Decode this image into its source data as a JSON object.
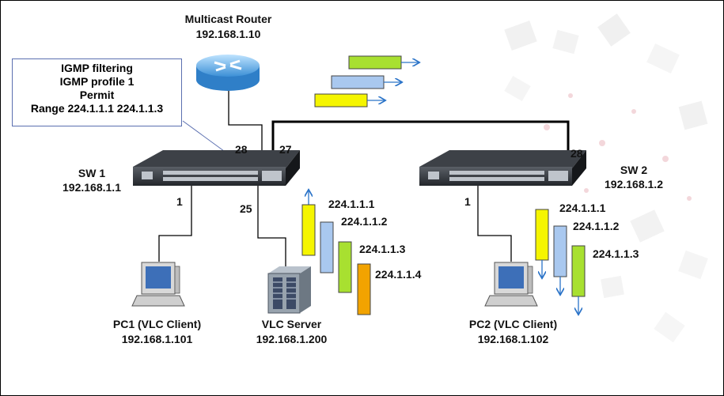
{
  "router": {
    "name": "Multicast Router",
    "ip": "192.168.1.10",
    "icon": "router-icon"
  },
  "filter_note": {
    "lines": [
      "IGMP filtering",
      "IGMP profile 1",
      "Permit",
      "Range 224.1.1.1 224.1.1.3"
    ]
  },
  "sw1": {
    "name": "SW 1",
    "ip": "192.168.1.1",
    "port_router": "28",
    "port_uplink": "27",
    "port_pc": "1",
    "port_server": "25"
  },
  "sw2": {
    "name": "SW 2",
    "ip": "192.168.1.2",
    "port_uplink": "28",
    "port_pc": "1"
  },
  "pc1": {
    "name": "PC1 (VLC Client)",
    "ip": "192.168.1.101",
    "icon": "pc-icon"
  },
  "server": {
    "name": "VLC Server",
    "ip": "192.168.1.200",
    "icon": "server-icon"
  },
  "pc2": {
    "name": "PC2 (VLC Client)",
    "ip": "192.168.1.102",
    "icon": "pc-icon"
  },
  "server_streams": [
    "224.1.1.1",
    "224.1.1.2",
    "224.1.1.3",
    "224.1.1.4"
  ],
  "pc2_streams": [
    "224.1.1.1",
    "224.1.1.2",
    "224.1.1.3"
  ],
  "colors": {
    "yellow": "#f5f500",
    "blue": "#a9c8ef",
    "green": "#a8e030",
    "orange": "#f2a300",
    "link": "#000000",
    "arrow": "#2a73c8",
    "note_border": "#5b6fb0"
  }
}
